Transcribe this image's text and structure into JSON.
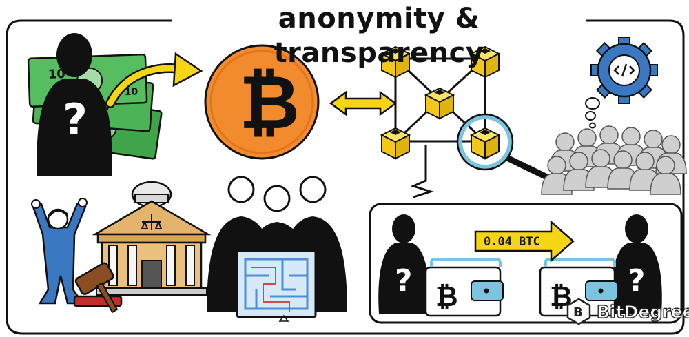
{
  "title": "anonymity & transparency",
  "transfer_amount": "0.04 BTC",
  "brand": {
    "name": "BitDegree",
    "logo_letter": "B"
  },
  "symbols": {
    "bitcoin": "₿",
    "question": "?"
  },
  "colors": {
    "bitcoin_orange": "#f28a2e",
    "block_yellow": "#f7d51e",
    "arrow_yellow": "#f5d514",
    "cash_green": "#3fa44a",
    "crowd_gray": "#c9c9c9",
    "person_black": "#111111",
    "wallet_blue": "#7cc3e0",
    "gear_blue": "#3a78c2",
    "maze_blue": "#4d8fd6"
  },
  "icons": [
    "cash-icon",
    "anonymous-person-icon",
    "bitcoin-coin-icon",
    "double-arrow-icon",
    "blockchain-network-icon",
    "magnifier-icon",
    "gear-code-icon",
    "thought-bubble-icon",
    "crowd-icon",
    "protester-icon",
    "courthouse-icon",
    "gavel-icon",
    "maze-icon",
    "wallet-icon",
    "transfer-arrow-icon",
    "bitdegree-logo-icon"
  ]
}
